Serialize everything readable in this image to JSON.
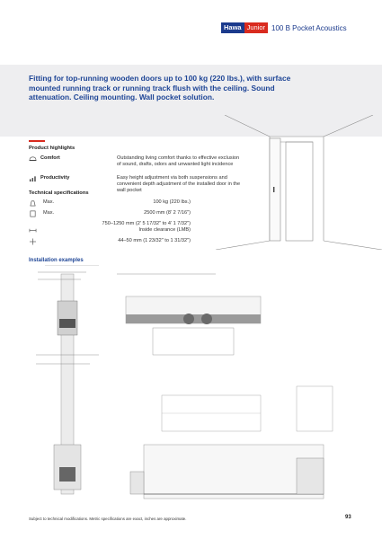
{
  "header": {
    "brand_hawa": "Hawa",
    "brand_junior": "Junior",
    "product": "100 B Pocket Acoustics"
  },
  "headline": "Fitting for top-running wooden doors up to 100 kg (220 lbs.), with surface mounted running track or running track flush with the ceiling. Sound attenuation. Ceiling mounting. Wall pocket solution.",
  "highlights": {
    "title": "Product highlights",
    "items": [
      {
        "icon": "comfort-icon",
        "name": "Comfort",
        "desc": "Outstanding living comfort thanks to effective exclusion of sound, drafts, odors and unwanted light incidence"
      },
      {
        "icon": "productivity-icon",
        "name": "Productivity",
        "desc": "Easy height adjustment via both suspensions and convenient depth adjustment of the installed door in the wall pocket"
      }
    ]
  },
  "specs": {
    "title": "Technical specifications",
    "rows": [
      {
        "icon": "weight-icon",
        "label": "Max.",
        "value": "100 kg (220 lbs.)"
      },
      {
        "icon": "door-width-icon",
        "label": "Max.",
        "value": "2500 mm (8' 2 7/16\")"
      },
      {
        "icon": "",
        "label": "",
        "value": "750–1250 mm (2' 5 17/32\" to 4' 1 7/32\")"
      },
      {
        "icon": "clearance-icon",
        "label": "",
        "value": "Inside clearance (LMB)"
      },
      {
        "icon": "thickness-icon",
        "label": "",
        "value": "44–50 mm (1 23/32\" to 1 31/32\")"
      }
    ]
  },
  "installation": {
    "title": "Installation examples"
  },
  "footer": {
    "note": "Subject to technical modifications. Metric specifications are exact, inches are approximate.",
    "page": "93"
  }
}
